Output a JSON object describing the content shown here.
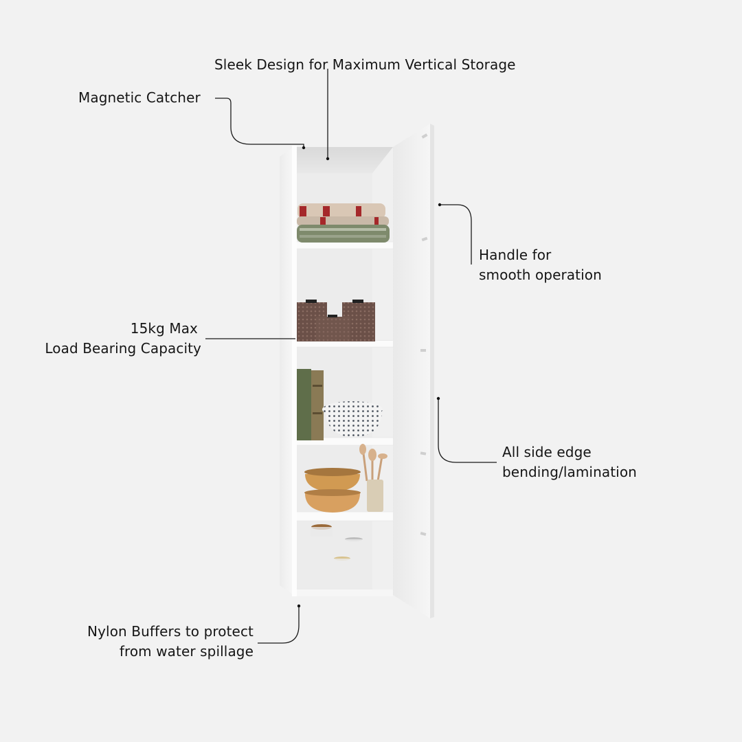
{
  "colors": {
    "background": "#f2f2f2",
    "cabinet_white": "#fafafa",
    "cabinet_shadow": "#dcdcdc",
    "interior": "#e6e6e6",
    "leader_line": "#1a1a1a"
  },
  "product": {
    "name": "Tall white storage cabinet",
    "shelves": 5,
    "shelf_contents": [
      "folded plaid blankets",
      "brown patterned cylindrical storage boxes",
      "green books and white patterned bowl",
      "wooden bowls and utensil holder with wooden spoons",
      "glass jars"
    ]
  },
  "callouts": {
    "top": {
      "lines": [
        "Sleek Design for Maximum Vertical Storage"
      ]
    },
    "magnetic": {
      "lines": [
        "Magnetic Catcher"
      ]
    },
    "handle": {
      "lines": [
        "Handle for",
        "smooth operation"
      ]
    },
    "load": {
      "lines": [
        "15kg Max",
        "Load Bearing Capacity"
      ]
    },
    "edge": {
      "lines": [
        "All side edge",
        "bending/lamination"
      ]
    },
    "buffers": {
      "lines": [
        "Nylon Buffers to protect",
        "from water spillage"
      ]
    }
  }
}
